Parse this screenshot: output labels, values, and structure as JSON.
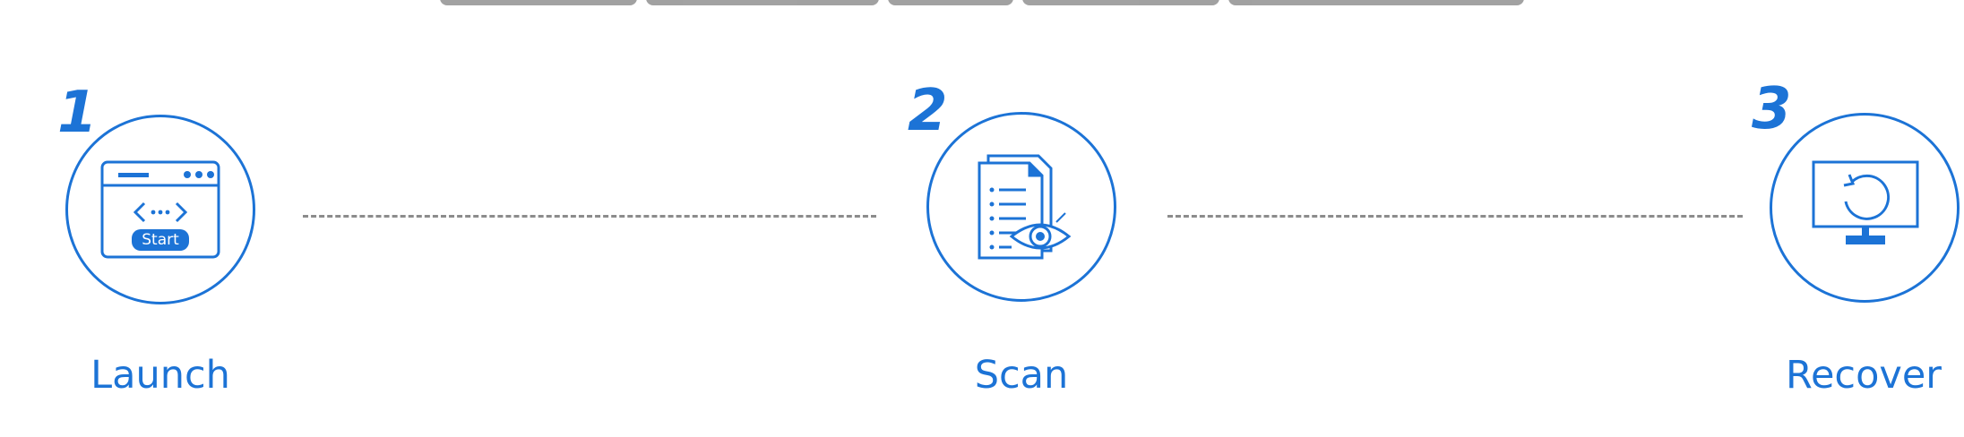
{
  "colors": {
    "accent": "#1c73d6",
    "dash": "#8c8c8c",
    "icon_fill": "#ffffff"
  },
  "steps": [
    {
      "number": "1",
      "label": "Launch",
      "icon": "launch-window-icon",
      "badge": "Start"
    },
    {
      "number": "2",
      "label": "Scan",
      "icon": "scan-documents-eye-icon"
    },
    {
      "number": "3",
      "label": "Recover",
      "icon": "recover-monitor-icon"
    }
  ]
}
